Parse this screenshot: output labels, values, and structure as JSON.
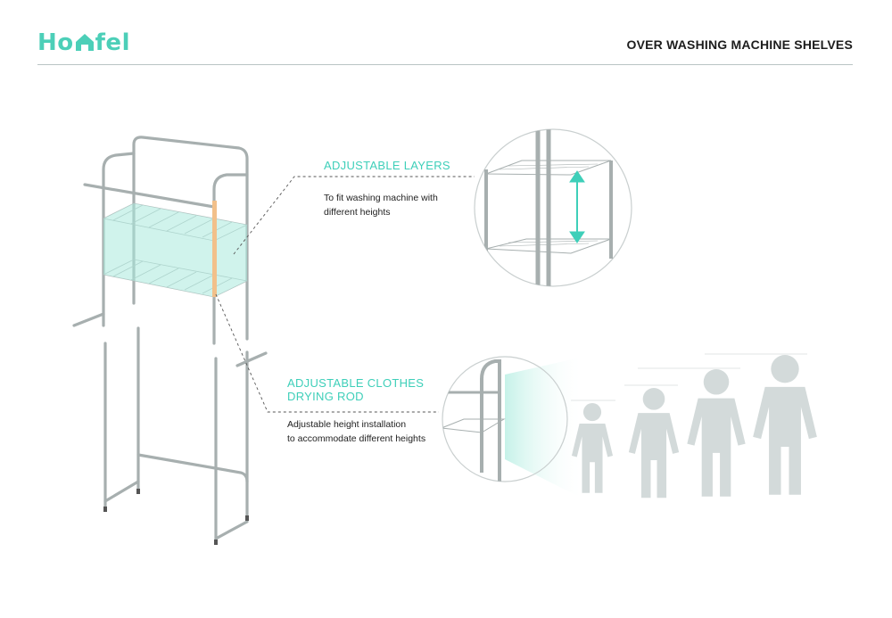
{
  "brand": {
    "logo_text_left": "Ho",
    "logo_text_right": "fel",
    "logo_color": "#4ccfb8"
  },
  "header": {
    "title": "OVER WASHING MACHINE SHELVES"
  },
  "features": [
    {
      "title": "ADJUSTABLE LAYERS",
      "description_line1": "To fit washing machine with",
      "description_line2": "different heights"
    },
    {
      "title_line1": "ADJUSTABLE CLOTHES",
      "title_line2": "DRYING ROD",
      "description_line1": "Adjustable height installation",
      "description_line2": "to accommodate different heights"
    }
  ],
  "colors": {
    "accent": "#3ecfb9",
    "highlight": "#f2c08a",
    "frame": "#9aa2a2",
    "people": "#d3dada"
  },
  "icons": [
    "house-logo-icon",
    "double-arrow-icon",
    "person-icon"
  ]
}
